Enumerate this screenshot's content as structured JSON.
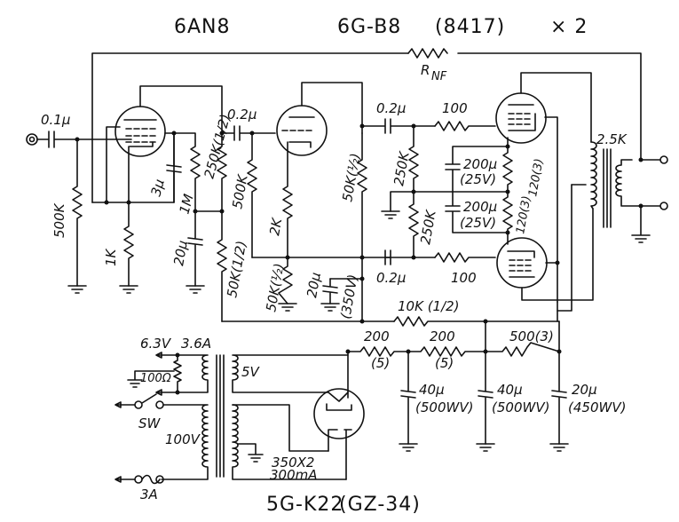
{
  "diagram": {
    "type": "vacuum-tube amplifier schematic",
    "titles": {
      "driver_tube": "6AN8",
      "output_tube": "6G-B8",
      "output_tube_alt": "(8417)",
      "output_count": "× 2",
      "rectifier_tube": "5G-K22",
      "rectifier_alt": "(GZ-34)"
    },
    "labels": {
      "input_cap": "0.1μ",
      "input_res": "500K",
      "cathode_res": "1K",
      "bypass_cap": "3μ",
      "plate_res_1m": "1M",
      "screen_res": "250K(1/2)",
      "coupling_cap_1": "0.2μ",
      "grid_res": "500K",
      "decouple_cap": "20μ",
      "decouple_res": "50K(1/2)",
      "pi_cathode_res": "2K",
      "pi_cathode_res2": "50K(½)",
      "pi_cap": "20μ",
      "pi_cap_v": "(350V)",
      "pi_plate_res": "50K(½)",
      "rnf": "R",
      "rnf_sub": "NF",
      "coupling_cap_top": "0.2μ",
      "grid_stop_top": "100",
      "grid_leak_top": "250K",
      "grid_leak_bottom": "250K",
      "cath_cap_top": "200μ",
      "cath_cap_top_v": "(25V)",
      "cath_cap_bot": "200μ",
      "cath_cap_bot_v": "(25V)",
      "cath_res_top": "120(3)",
      "cath_res_bot": "120(3)",
      "coupling_cap_bottom": "0.2μ",
      "grid_stop_bottom": "100",
      "ot_impedance": "2.5K",
      "dropping_res": "10K (1/2)",
      "filter_res_1": "200",
      "filter_res_1_w": "(5)",
      "filter_res_2": "200",
      "filter_res_2_w": "(5)",
      "filter_res_3": "500(3)",
      "filter_cap_1": "40μ",
      "filter_cap_1_v": "(500WV)",
      "filter_cap_2": "40μ",
      "filter_cap_2_v": "(500WV)",
      "filter_cap_3": "20μ",
      "filter_cap_3_v": "(450WV)",
      "heater_v": "6.3V",
      "heater_a": "3.6A",
      "hum_pot": "100Ω",
      "rect_heater": "5V",
      "switch": "SW",
      "mains": "100V",
      "hv_secondary": "350X2",
      "hv_current": "300mA",
      "fuse": "3A"
    }
  }
}
